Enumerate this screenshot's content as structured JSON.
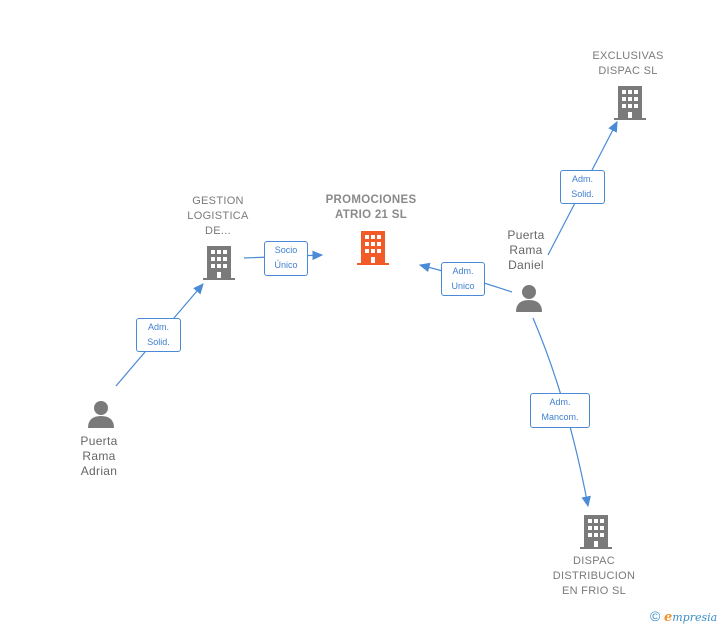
{
  "nodes": {
    "target": {
      "label": "PROMOCIONES\nATRIO 21  SL",
      "color": "#f25a28"
    },
    "gestion": {
      "label": "GESTION\nLOGISTICA\nDE..."
    },
    "exclusivas": {
      "label": "EXCLUSIVAS\nDISPAC SL"
    },
    "dispac": {
      "label": "DISPAC\nDISTRIBUCION\nEN FRIO  SL"
    },
    "daniel": {
      "label": "Puerta\nRama\nDaniel"
    },
    "adrian": {
      "label": "Puerta\nRama\nAdrian"
    }
  },
  "edges": {
    "socio_unico": "Socio\nÚnico",
    "adm_unico": "Adm.\nUnico",
    "adm_solid_1": "Adm.\nSolid.",
    "adm_solid_2": "Adm.\nSolid.",
    "adm_mancom": "Adm.\nMancom."
  },
  "colors": {
    "edge": "#4a8ad6",
    "icon": "#7a7a7a",
    "target_icon": "#f25a28"
  },
  "brand": {
    "copyright": "©",
    "initial": "e",
    "name": "mpresia"
  }
}
